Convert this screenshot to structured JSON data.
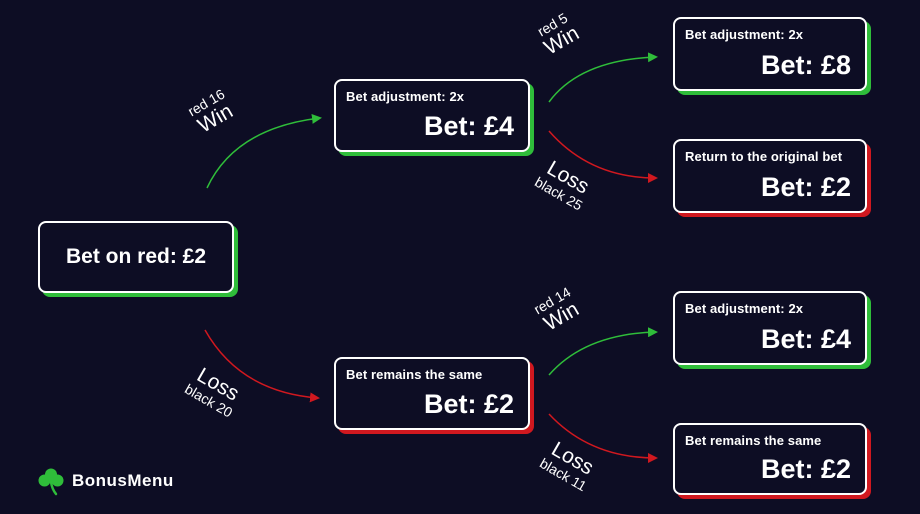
{
  "colors": {
    "background": "#0d0d24",
    "win": "#2fbd3a",
    "loss": "#d0181f",
    "box_border": "#ffffff"
  },
  "nodes": {
    "root": {
      "text": "Bet on red: £2"
    },
    "l1_win": {
      "sub": "Bet adjustment: 2x",
      "bet": "Bet: £4"
    },
    "l1_loss": {
      "sub": "Bet remains the same",
      "bet": "Bet: £2"
    },
    "l2_win_win": {
      "sub": "Bet adjustment: 2x",
      "bet": "Bet: £8"
    },
    "l2_win_loss": {
      "sub": "Return to the original bet",
      "bet": "Bet: £2"
    },
    "l2_loss_win": {
      "sub": "Bet adjustment: 2x",
      "bet": "Bet: £4"
    },
    "l2_loss_loss": {
      "sub": "Bet remains the same",
      "bet": "Bet: £2"
    }
  },
  "edges": {
    "root_win": {
      "result": "Win",
      "number": "red 16"
    },
    "root_loss": {
      "result": "Loss",
      "number": "black 20"
    },
    "win_win": {
      "result": "Win",
      "number": "red 5"
    },
    "win_loss": {
      "result": "Loss",
      "number": "black 25"
    },
    "loss_win": {
      "result": "Win",
      "number": "red 14"
    },
    "loss_loss": {
      "result": "Loss",
      "number": "black 11"
    }
  },
  "logo": {
    "icon": "clover-icon",
    "text": "BonusMenu"
  }
}
